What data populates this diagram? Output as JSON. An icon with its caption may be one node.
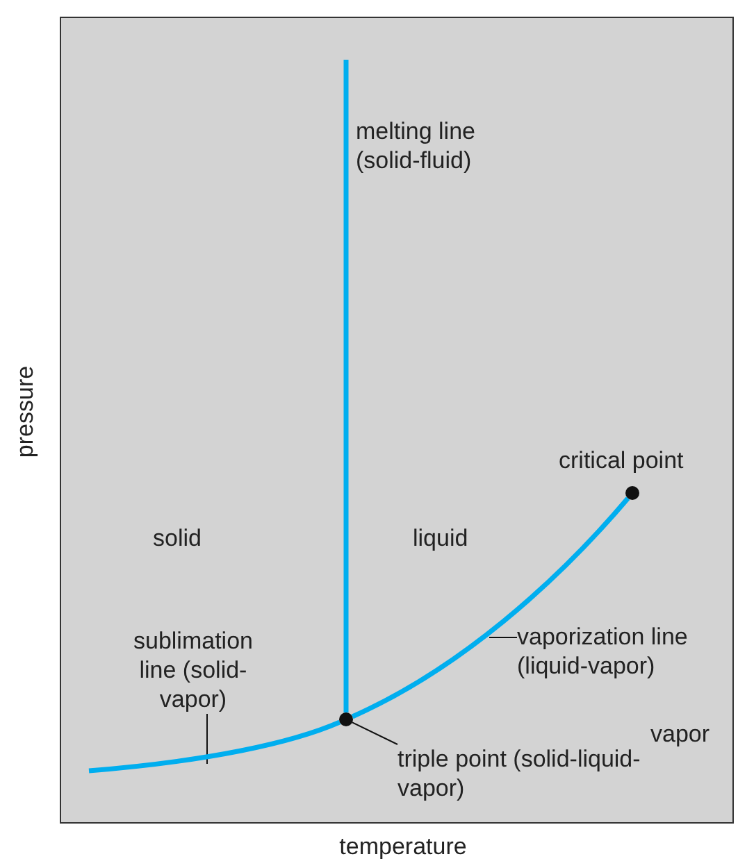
{
  "diagram": {
    "nodes": [
      {
        "text": [
          "sublimation line (solid-vapor)"
        ]
      },
      {
        "text": [
          "vaporization line (liquid-vapor)"
        ]
      },
      {
        "text": [
          "triple point (solid-liquid-vapor)"
        ]
      },
      {
        "text": [],
        "shape": "circle"
      },
      {
        "text": [],
        "shape": "circle",
        "beside": [
          "critical point"
        ]
      }
    ],
    "edges": [
      {
        "from": 0,
        "to": null,
        "arrow": "none"
      },
      {
        "from": 1,
        "to": null,
        "arrow": "none"
      },
      {
        "from": 2,
        "to": 3,
        "arrow": "none"
      },
      {
        "from": 3,
        "to": 4,
        "arrow": "none",
        "style": "thick",
        "color": "#00aeef"
      },
      {
        "from": null,
        "to": 3,
        "arrow": "none",
        "style": "thick",
        "color": "#00aeef"
      },
      {
        "from": 3,
        "to": null,
        "arrow": "none",
        "style": "thick",
        "color": "#00aeef"
      }
    ],
    "labels": [
      "melting line (solid-fluid)",
      "solid",
      "liquid",
      "vapor",
      "pressure",
      "temperature"
    ]
  }
}
